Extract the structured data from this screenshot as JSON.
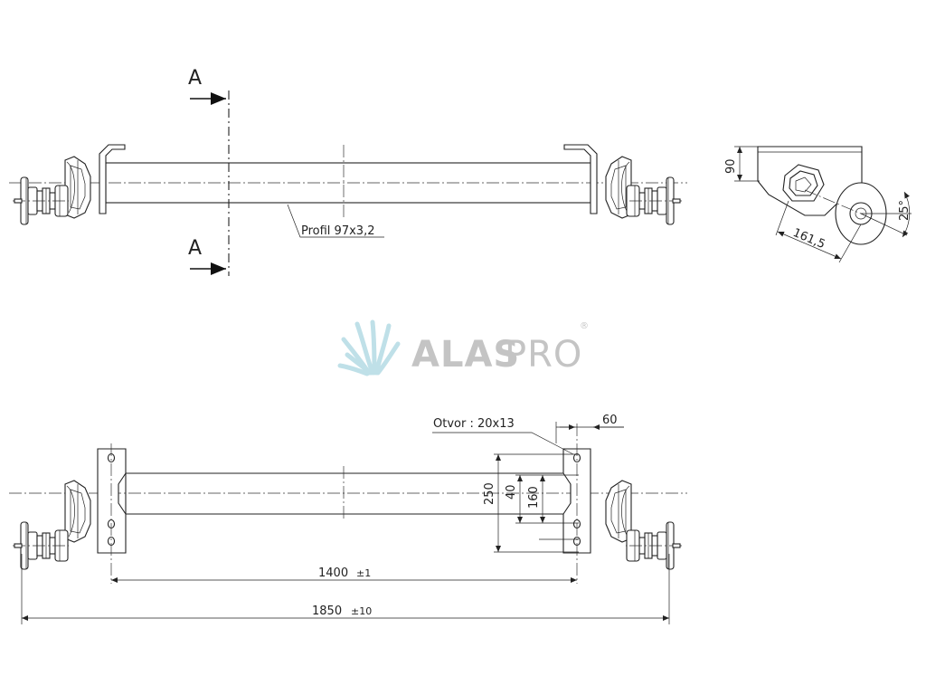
{
  "section": {
    "label_top": "A",
    "label_bottom": "A"
  },
  "top_view": {
    "profile_label": "Profil 97x3,2"
  },
  "side_view": {
    "dim_height": "90",
    "dim_arm": "161,5",
    "dim_angle": "25°"
  },
  "logo": {
    "text_bold": "ALAS",
    "text_light": "PRO",
    "registered": "®"
  },
  "bottom_view": {
    "hole_label": "Otvor : 20x13",
    "dim_60": "60",
    "dim_250": "250",
    "dim_40": "40",
    "dim_160": "160",
    "dim_1400": "1400",
    "dim_1400_tol": "±1",
    "dim_1850": "1850",
    "dim_1850_tol": "±10"
  }
}
